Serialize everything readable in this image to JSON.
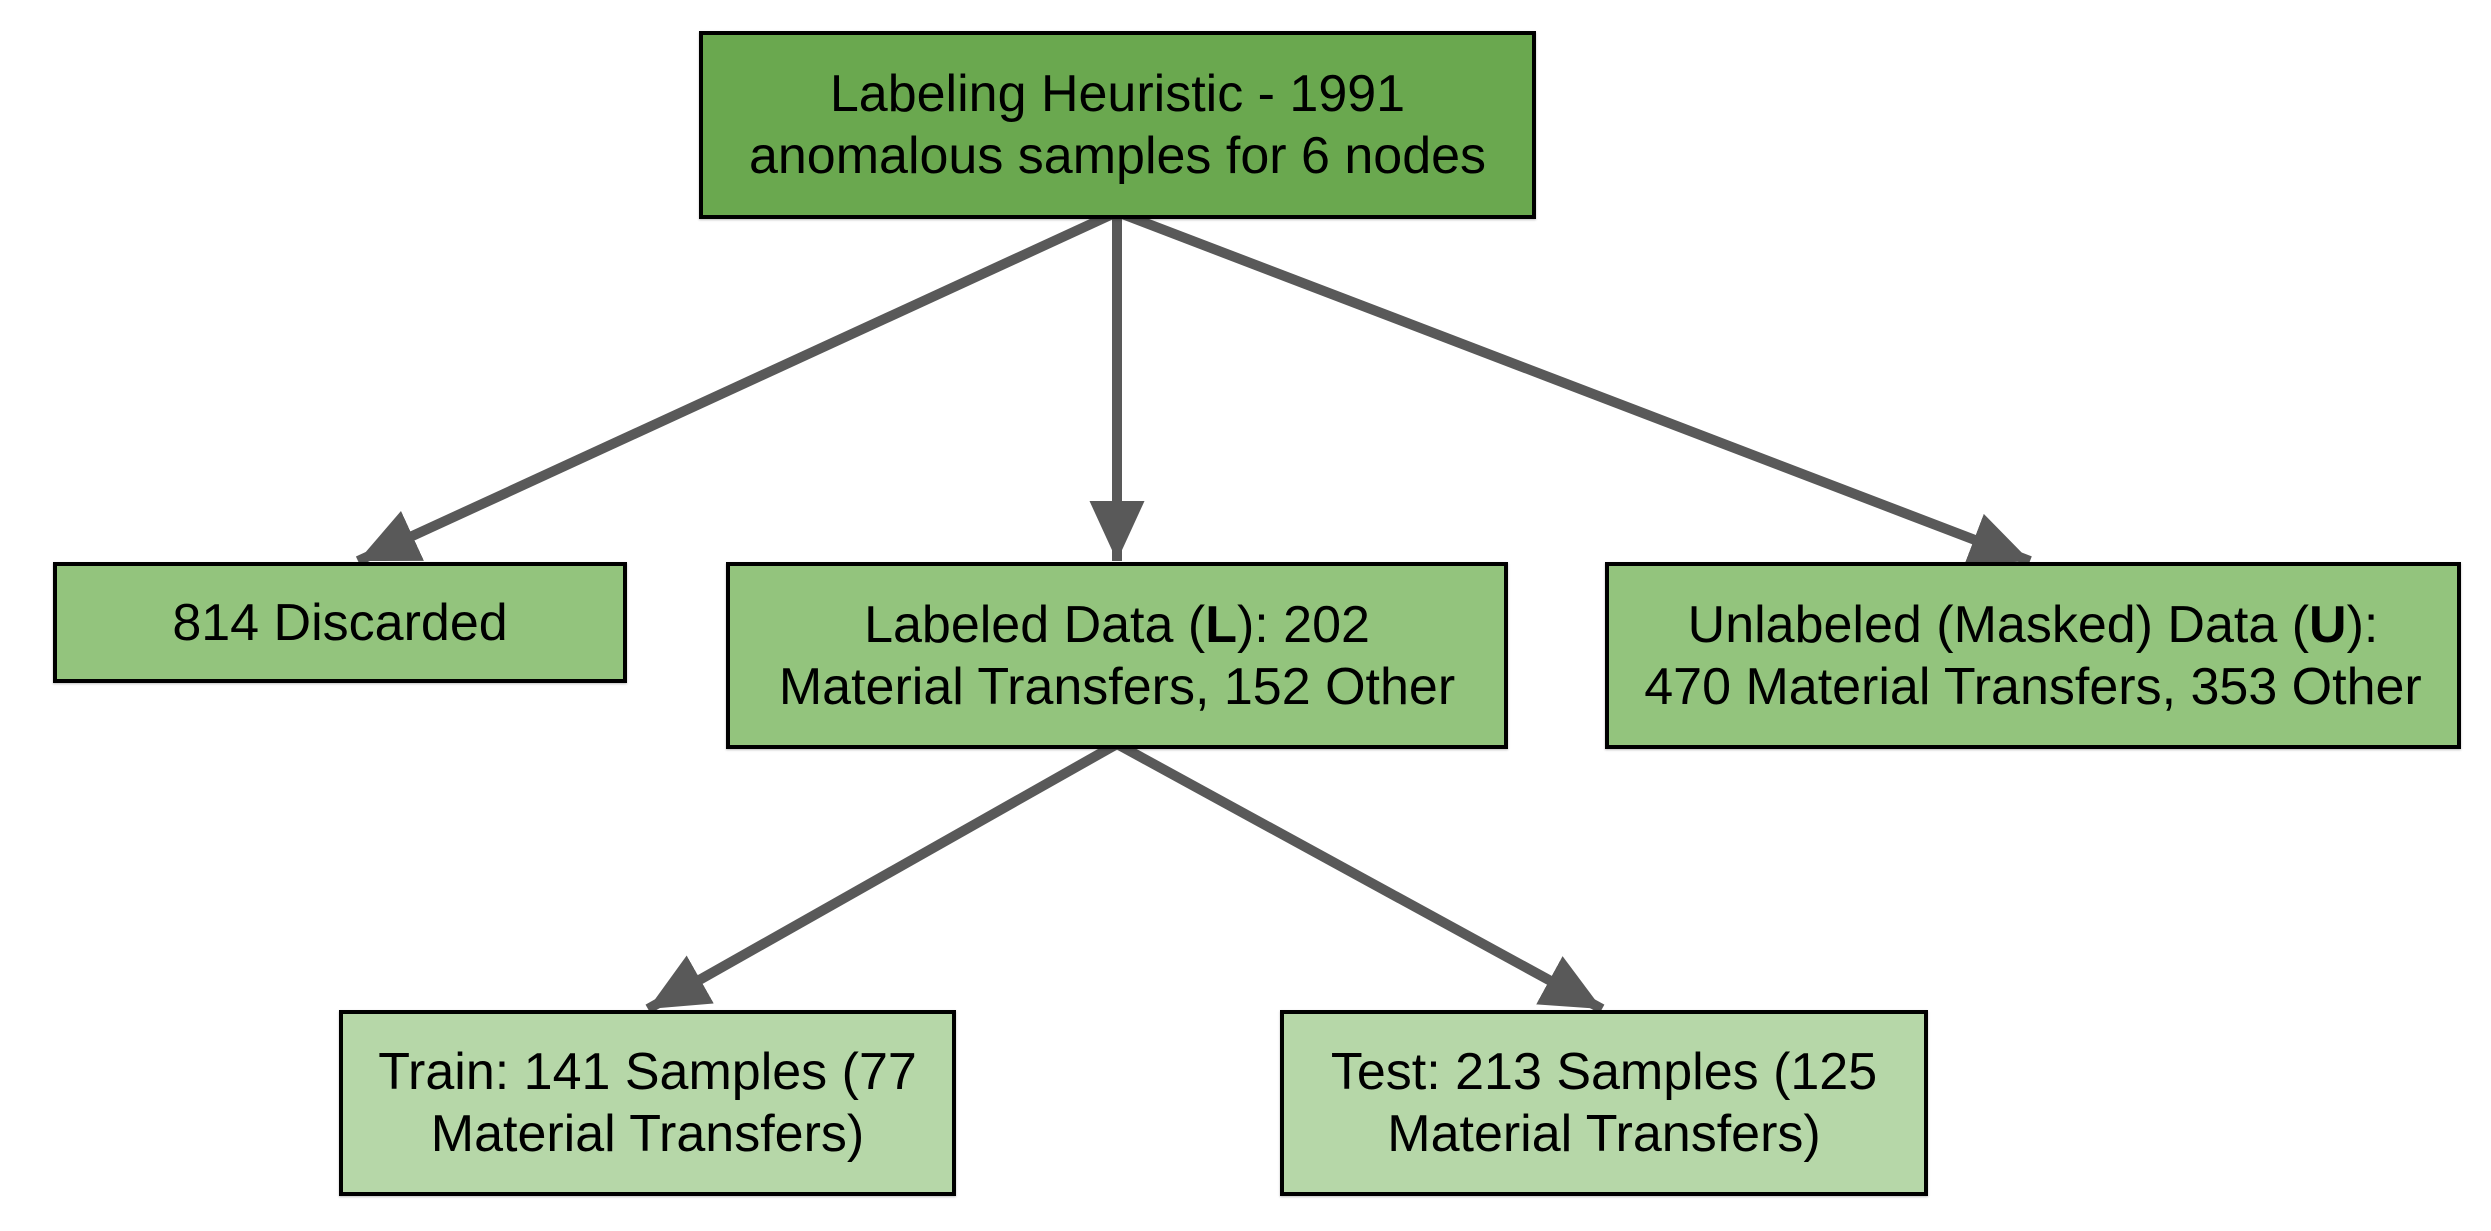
{
  "colors": {
    "background": "#ffffff",
    "root_fill": "#6aa84f",
    "level2_fill": "#93c47d",
    "level3_fill": "#b6d7a8",
    "border": "#000000",
    "arrow": "#595959",
    "text": "#000000"
  },
  "nodes": {
    "root": {
      "line1": "Labeling Heuristic - 1991",
      "line2": "anomalous samples for 6 nodes"
    },
    "discarded": {
      "line1": "814 Discarded"
    },
    "labeled": {
      "line1_pre": "Labeled Data (",
      "line1_bold": "L",
      "line1_post": "): 202",
      "line2": "Material Transfers, 152 Other"
    },
    "unlabeled": {
      "line1_pre": "Unlabeled (Masked) Data (",
      "line1_bold": "U",
      "line1_post": "):",
      "line2": "470 Material Transfers, 353 Other"
    },
    "train": {
      "line1": "Train: 141 Samples (77",
      "line2": "Material Transfers)"
    },
    "test": {
      "line1": "Test: 213 Samples (125",
      "line2": "Material Transfers)"
    }
  }
}
